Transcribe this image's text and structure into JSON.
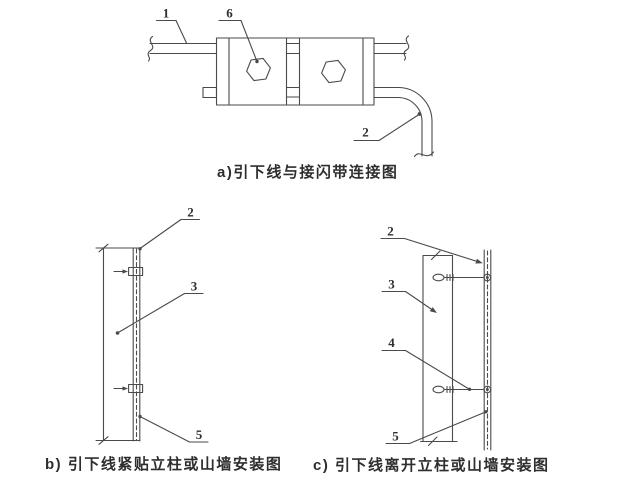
{
  "colors": {
    "line": "#4a4a4a",
    "text": "#2e2e2e",
    "background": "#ffffff"
  },
  "figure_a": {
    "caption": "a)引下线与接闪带连接图",
    "label_strip": "1",
    "label_bolt": "6",
    "label_down_conductor": "2"
  },
  "figure_b": {
    "caption": "b) 引下线紧贴立柱或山墙安装图",
    "label_down_conductor": "2",
    "label_column": "3",
    "label_clamp": "5"
  },
  "figure_c": {
    "caption": "c) 引下线离开立柱或山墙安装图",
    "label_down_conductor": "2",
    "label_column": "3",
    "label_support": "4",
    "label_clamp": "5"
  }
}
